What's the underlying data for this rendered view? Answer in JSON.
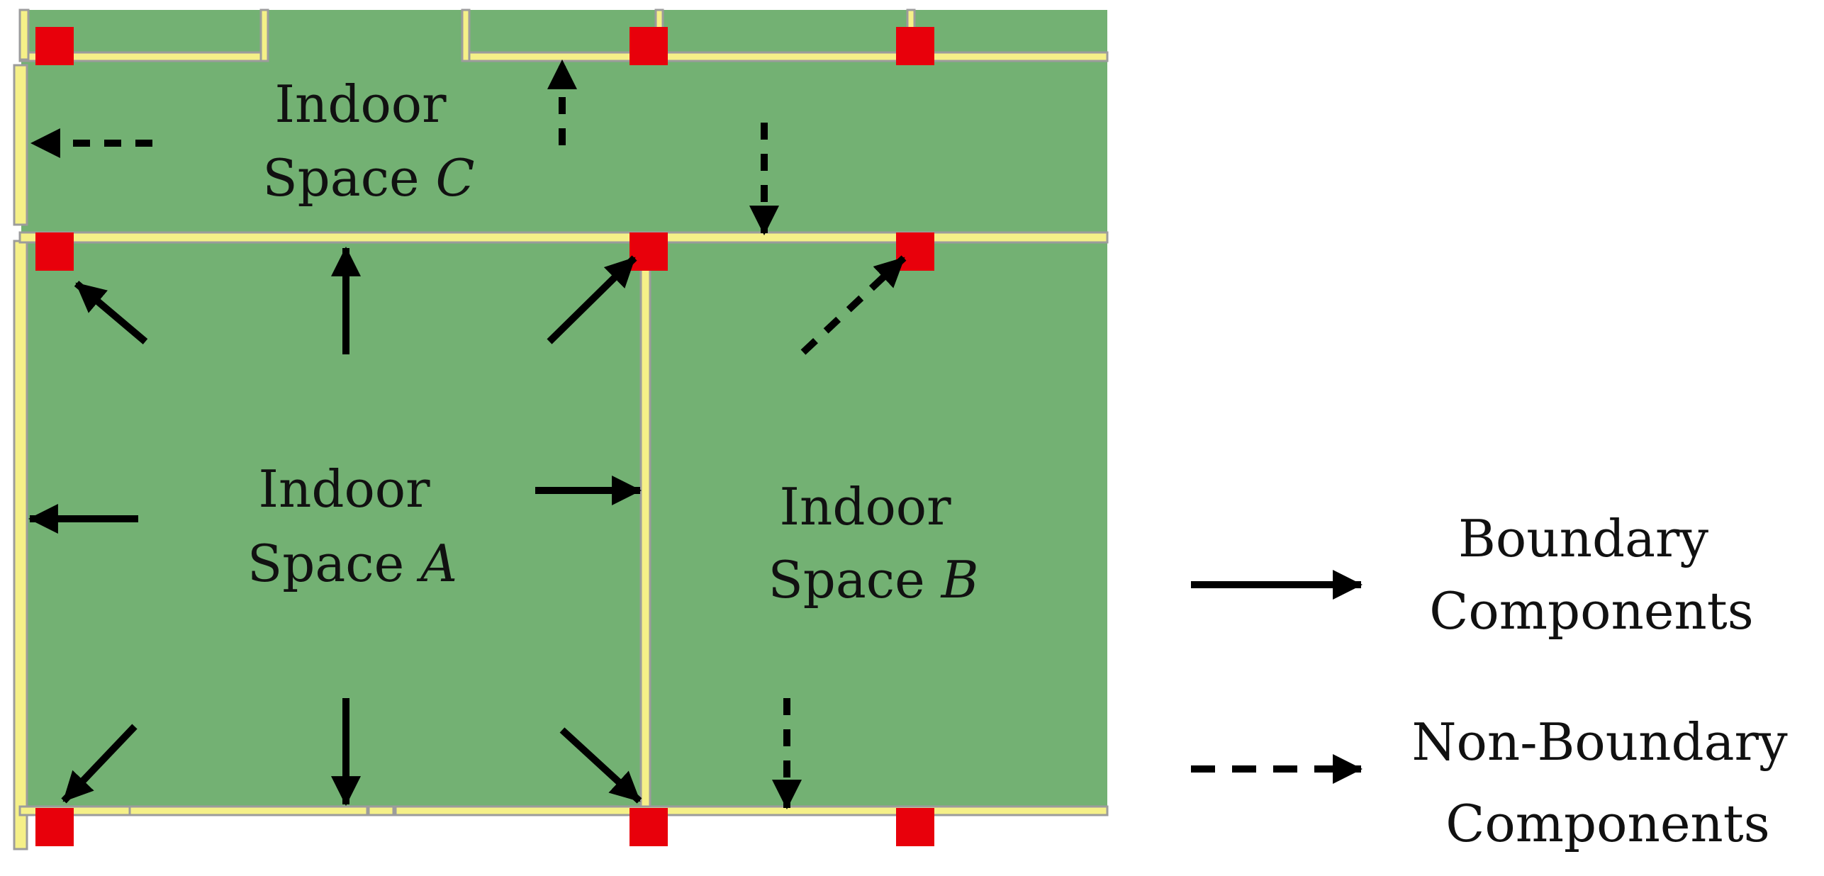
{
  "colors": {
    "room_fill": "#73B173",
    "wall_fill": "#F5F088",
    "wall_edge": "#9C9C9C",
    "node_fill": "#E8000B",
    "arrow": "#000000",
    "background": "#FFFFFF"
  },
  "spaces": {
    "c": {
      "line1": "Indoor",
      "line2_prefix": "Space ",
      "line2_letter": "C"
    },
    "a": {
      "line1": "Indoor",
      "line2_prefix": "Space ",
      "line2_letter": "A"
    },
    "b": {
      "line1": "Indoor",
      "line2_prefix": "Space ",
      "line2_letter": "B"
    }
  },
  "legend": {
    "boundary": {
      "line1": "Boundary",
      "line2": "Components"
    },
    "non_boundary": {
      "line1": "Non-Boundary",
      "line2": "Components"
    }
  }
}
